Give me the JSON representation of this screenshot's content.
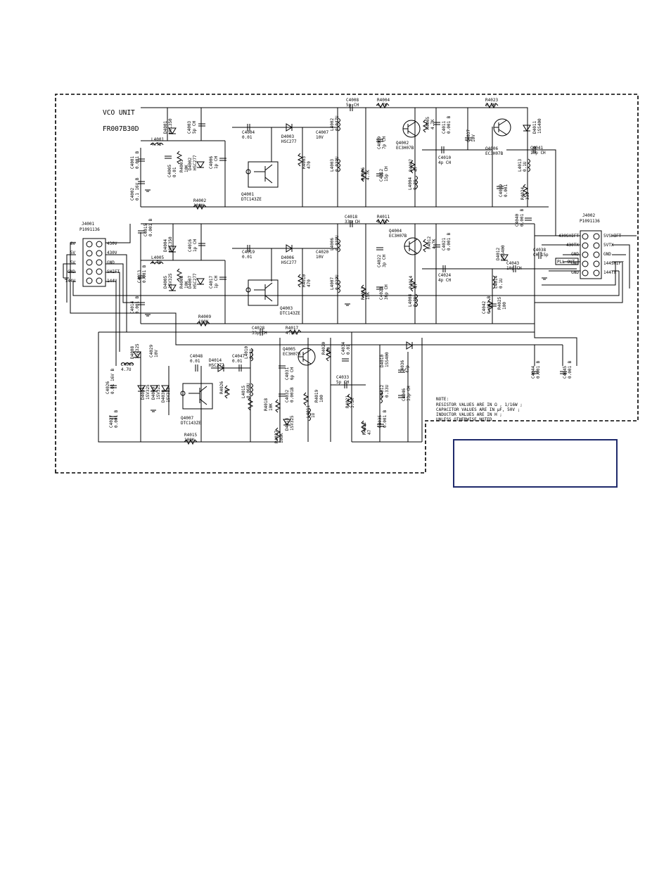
{
  "title": "VCO UNIT",
  "model": "FR007B30D",
  "connectors": {
    "j4001": {
      "ref": "J4001",
      "part": "P1091136",
      "pins_left": [
        "8V",
        "5V",
        "5V",
        "GND",
        "144V"
      ],
      "pins_right": [
        "430V",
        "430V",
        "GND",
        "SHIFT",
        "144V"
      ]
    },
    "j4002": {
      "ref": "J4002",
      "part": "P1091136",
      "pins_left": [
        "430SHIFT",
        "430TX",
        "GND",
        "GND",
        "GND"
      ],
      "pins_right": [
        "5VSHIFT",
        "5VTX",
        "GND",
        "144SHIFT",
        "144TX"
      ],
      "inline": "PLL OUT"
    }
  },
  "labels": [
    {
      "id": "C4008",
      "text": "C4008",
      "sub": "5p CH"
    },
    {
      "id": "R4004",
      "text": "R4004",
      "sub": "4.7K"
    },
    {
      "id": "R4023",
      "text": "R4023",
      "sub": "3.3K"
    },
    {
      "id": "D4001",
      "text": "D4001",
      "sub": "HVC350"
    },
    {
      "id": "C4003",
      "text": "C4003",
      "sub": "5p CH"
    },
    {
      "id": "L4001",
      "text": "L4001",
      "sub": "4.7U"
    },
    {
      "id": "C4004",
      "text": "C4004",
      "sub": "0.01"
    },
    {
      "id": "D4003",
      "text": "D4003",
      "sub": "HSC277"
    },
    {
      "id": "C4007",
      "text": "C4007",
      "sub": "10V"
    },
    {
      "id": "L4002",
      "text": "L4002",
      "sub": "0.047U"
    },
    {
      "id": "C4009",
      "text": "C4009",
      "sub": "7p CH"
    },
    {
      "id": "Q4002",
      "text": "Q4002",
      "sub": "EC3H07B"
    },
    {
      "id": "R4005",
      "text": "R4005",
      "sub": "4.7K"
    },
    {
      "id": "C4011",
      "text": "C4011",
      "sub": "0.001 B"
    },
    {
      "id": "C4037",
      "text": "C4037",
      "sub": "10V"
    },
    {
      "id": "Q4006",
      "text": "Q4006",
      "sub": "EC3H07B"
    },
    {
      "id": "D4011",
      "text": "D4011",
      "sub": "1SS400"
    },
    {
      "id": "C4001",
      "text": "C4001",
      "sub": "0.001 B"
    },
    {
      "id": "C4005",
      "text": "C4005",
      "sub": "0.01"
    },
    {
      "id": "D4002",
      "text": "D4002",
      "sub": "HSC277"
    },
    {
      "id": "C4006",
      "text": "C4006",
      "sub": "1p CH"
    },
    {
      "id": "R4003",
      "text": "R4003",
      "sub": "470"
    },
    {
      "id": "L4003",
      "text": "L4003",
      "sub": "0.039U"
    },
    {
      "id": "R4006",
      "text": "R4006",
      "sub": "4.7K"
    },
    {
      "id": "C4012",
      "text": "C4012",
      "sub": "15p CH"
    },
    {
      "id": "R4007",
      "text": "R4007",
      "sub": "47"
    },
    {
      "id": "L4004",
      "text": "L4004",
      "sub": "0.1U"
    },
    {
      "id": "C4010",
      "text": "C4010",
      "sub": "4p CH"
    },
    {
      "id": "C4041",
      "text": "C4041",
      "sub": "10p CH"
    },
    {
      "id": "L4013",
      "text": "L4013",
      "sub": "0.1U"
    },
    {
      "id": "C4039",
      "text": "C4039",
      "sub": "0.001"
    },
    {
      "id": "R4024",
      "text": "R4024",
      "sub": "330"
    },
    {
      "id": "C4002",
      "text": "C4002",
      "sub": "0.1 16V B"
    },
    {
      "id": "R4001",
      "text": "R4001",
      "sub": "10K"
    },
    {
      "id": "Q4001",
      "text": "Q4001",
      "sub": "DTC143ZE"
    },
    {
      "id": "R4002",
      "text": "R4002",
      "sub": "100K"
    },
    {
      "id": "C4040",
      "text": "C4040",
      "sub": "0.001 B"
    },
    {
      "id": "C4018",
      "text": "C4018",
      "sub": "33p CH"
    },
    {
      "id": "R4011",
      "text": "R4011",
      "sub": "4.7K"
    },
    {
      "id": "C4015",
      "text": "C4015",
      "sub": "0.001 B"
    },
    {
      "id": "D4004",
      "text": "D4004",
      "sub": "HVC350"
    },
    {
      "id": "C4016",
      "text": "C4016",
      "sub": "1p CH"
    },
    {
      "id": "Q4004",
      "text": "Q4004",
      "sub": "EC3H07B"
    },
    {
      "id": "R4012",
      "text": "R4012",
      "sub": "4.7K"
    },
    {
      "id": "C4021",
      "text": "C4021",
      "sub": "0.001 B"
    },
    {
      "id": "L4005",
      "text": "L4005",
      "sub": "4.7U"
    },
    {
      "id": "C4019",
      "text": "C4019",
      "sub": "0.01"
    },
    {
      "id": "D4006",
      "text": "D4006",
      "sub": "HSC277"
    },
    {
      "id": "C4020",
      "text": "C4020",
      "sub": "10V"
    },
    {
      "id": "L4006",
      "text": "L4006",
      "sub": "0.039U"
    },
    {
      "id": "C4022",
      "text": "C4022",
      "sub": "3p CH"
    },
    {
      "id": "C4038",
      "text": "C4038",
      "sub": "CH 15p"
    },
    {
      "id": "D4012",
      "text": "D4012",
      "sub": "1SS400"
    },
    {
      "id": "C4013",
      "text": "C4013",
      "sub": "0.001 B"
    },
    {
      "id": "D4005",
      "text": "D4005",
      "sub": "1SV325"
    },
    {
      "id": "R4008",
      "text": "R4008",
      "sub": "10K"
    },
    {
      "id": "D4007",
      "text": "D4007",
      "sub": "HSC277"
    },
    {
      "id": "C4017",
      "text": "C4017",
      "sub": "1p CH"
    },
    {
      "id": "R4010",
      "text": "R4010",
      "sub": "470"
    },
    {
      "id": "L4007",
      "text": "L4007",
      "sub": "0.039U"
    },
    {
      "id": "R4013",
      "text": "R4013",
      "sub": "15K"
    },
    {
      "id": "C4023",
      "text": "C4023",
      "sub": "36p CH"
    },
    {
      "id": "R4014",
      "text": "R4014",
      "sub": "47"
    },
    {
      "id": "L4008",
      "text": "L4008",
      "sub": "0.1U"
    },
    {
      "id": "C4024",
      "text": "C4024",
      "sub": "4p CH"
    },
    {
      "id": "C4043",
      "text": "C4043",
      "sub": "10p CH"
    },
    {
      "id": "L4014",
      "text": "L4014",
      "sub": "0.1U"
    },
    {
      "id": "Q4003",
      "text": "Q4003",
      "sub": "DTC143ZE"
    },
    {
      "id": "C4014",
      "text": "C4014",
      "sub": "0.001 B"
    },
    {
      "id": "R4009",
      "text": "R4009",
      "sub": "100K"
    },
    {
      "id": "C4042",
      "text": "C4042",
      "sub": "0.001 B"
    },
    {
      "id": "R4025",
      "text": "R4025",
      "sub": "100"
    },
    {
      "id": "C4028",
      "text": "C4028",
      "sub": "33p CH"
    },
    {
      "id": "R4017",
      "text": "R4017",
      "sub": "4.7K"
    },
    {
      "id": "D4008",
      "text": "D4008",
      "sub": "1SV325"
    },
    {
      "id": "C4029",
      "text": "C4029",
      "sub": "10V"
    },
    {
      "id": "C4048",
      "text": "C4048",
      "sub": "0.01"
    },
    {
      "id": "D4014",
      "text": "D4014",
      "sub": "HSC277"
    },
    {
      "id": "C4047",
      "text": "C4047",
      "sub": "0.01"
    },
    {
      "id": "L4010",
      "text": "L4010",
      "sub": "0.1U"
    },
    {
      "id": "Q4005",
      "text": "Q4005",
      "sub": "EC3H07B"
    },
    {
      "id": "R4020",
      "text": "R4020",
      "sub": "100"
    },
    {
      "id": "C4034",
      "text": "C4034",
      "sub": "0.01"
    },
    {
      "id": "D4010",
      "text": "D4010",
      "sub": "1SS400"
    },
    {
      "id": "C4036",
      "text": "C4036",
      "sub": "47p"
    },
    {
      "id": "L4009",
      "text": "L4009",
      "sub": "4.7U"
    },
    {
      "id": "C4026",
      "text": "C4026",
      "sub": "0.01 16V B"
    },
    {
      "id": "D4015",
      "text": "D4015",
      "sub": "1SV325"
    },
    {
      "id": "D4009",
      "text": "D4009",
      "sub": "1SV325"
    },
    {
      "id": "D4030",
      "text": "D4030",
      "sub": "1SV325"
    },
    {
      "id": "R4026",
      "text": "R4026",
      "sub": "1K"
    },
    {
      "id": "L4015",
      "text": "L4015",
      "sub": "0.068U"
    },
    {
      "id": "C4031",
      "text": "C4031",
      "sub": "6p CH"
    },
    {
      "id": "C4033",
      "text": "C4033",
      "sub": "5p CH"
    },
    {
      "id": "L4012",
      "text": "L4012",
      "sub": "0.33U"
    },
    {
      "id": "C4046",
      "text": "C4046",
      "sub": "33p CH"
    },
    {
      "id": "C4027",
      "text": "C4027",
      "sub": "0.001 B"
    },
    {
      "id": "Q4007",
      "text": "Q4007",
      "sub": "DTC143ZE"
    },
    {
      "id": "R4018",
      "text": "R4018",
      "sub": "10K"
    },
    {
      "id": "C4032",
      "text": "C4032",
      "sub": "0.001B"
    },
    {
      "id": "R4019",
      "text": "R4019",
      "sub": "100"
    },
    {
      "id": "R4021",
      "text": "R4021",
      "sub": "3.3K"
    },
    {
      "id": "D4013",
      "text": "D4013",
      "sub": "1SV325"
    },
    {
      "id": "L4011",
      "text": "L4011",
      "sub": "1U"
    },
    {
      "id": "R4022",
      "text": "R4022",
      "sub": "47"
    },
    {
      "id": "C4035",
      "text": "C4035",
      "sub": "0.001 B"
    },
    {
      "id": "R4027",
      "text": "R4027",
      "sub": "100K"
    },
    {
      "id": "R4015",
      "text": "R4015",
      "sub": "100K"
    },
    {
      "id": "C4044",
      "text": "C4044",
      "sub": "0.001 B"
    },
    {
      "id": "C4045",
      "text": "C4045",
      "sub": "0.001 B"
    }
  ],
  "note": {
    "heading": "NOTE:",
    "lines": [
      "RESISTOR VALUES ARE IN Ω , 1/16W ;",
      "CAPACITOR VALUES ARE IN μF, 50V ;",
      "INDUCTOR VALUES ARE IN H ;",
      "UNLESS OTHERWISE NOTED."
    ]
  }
}
